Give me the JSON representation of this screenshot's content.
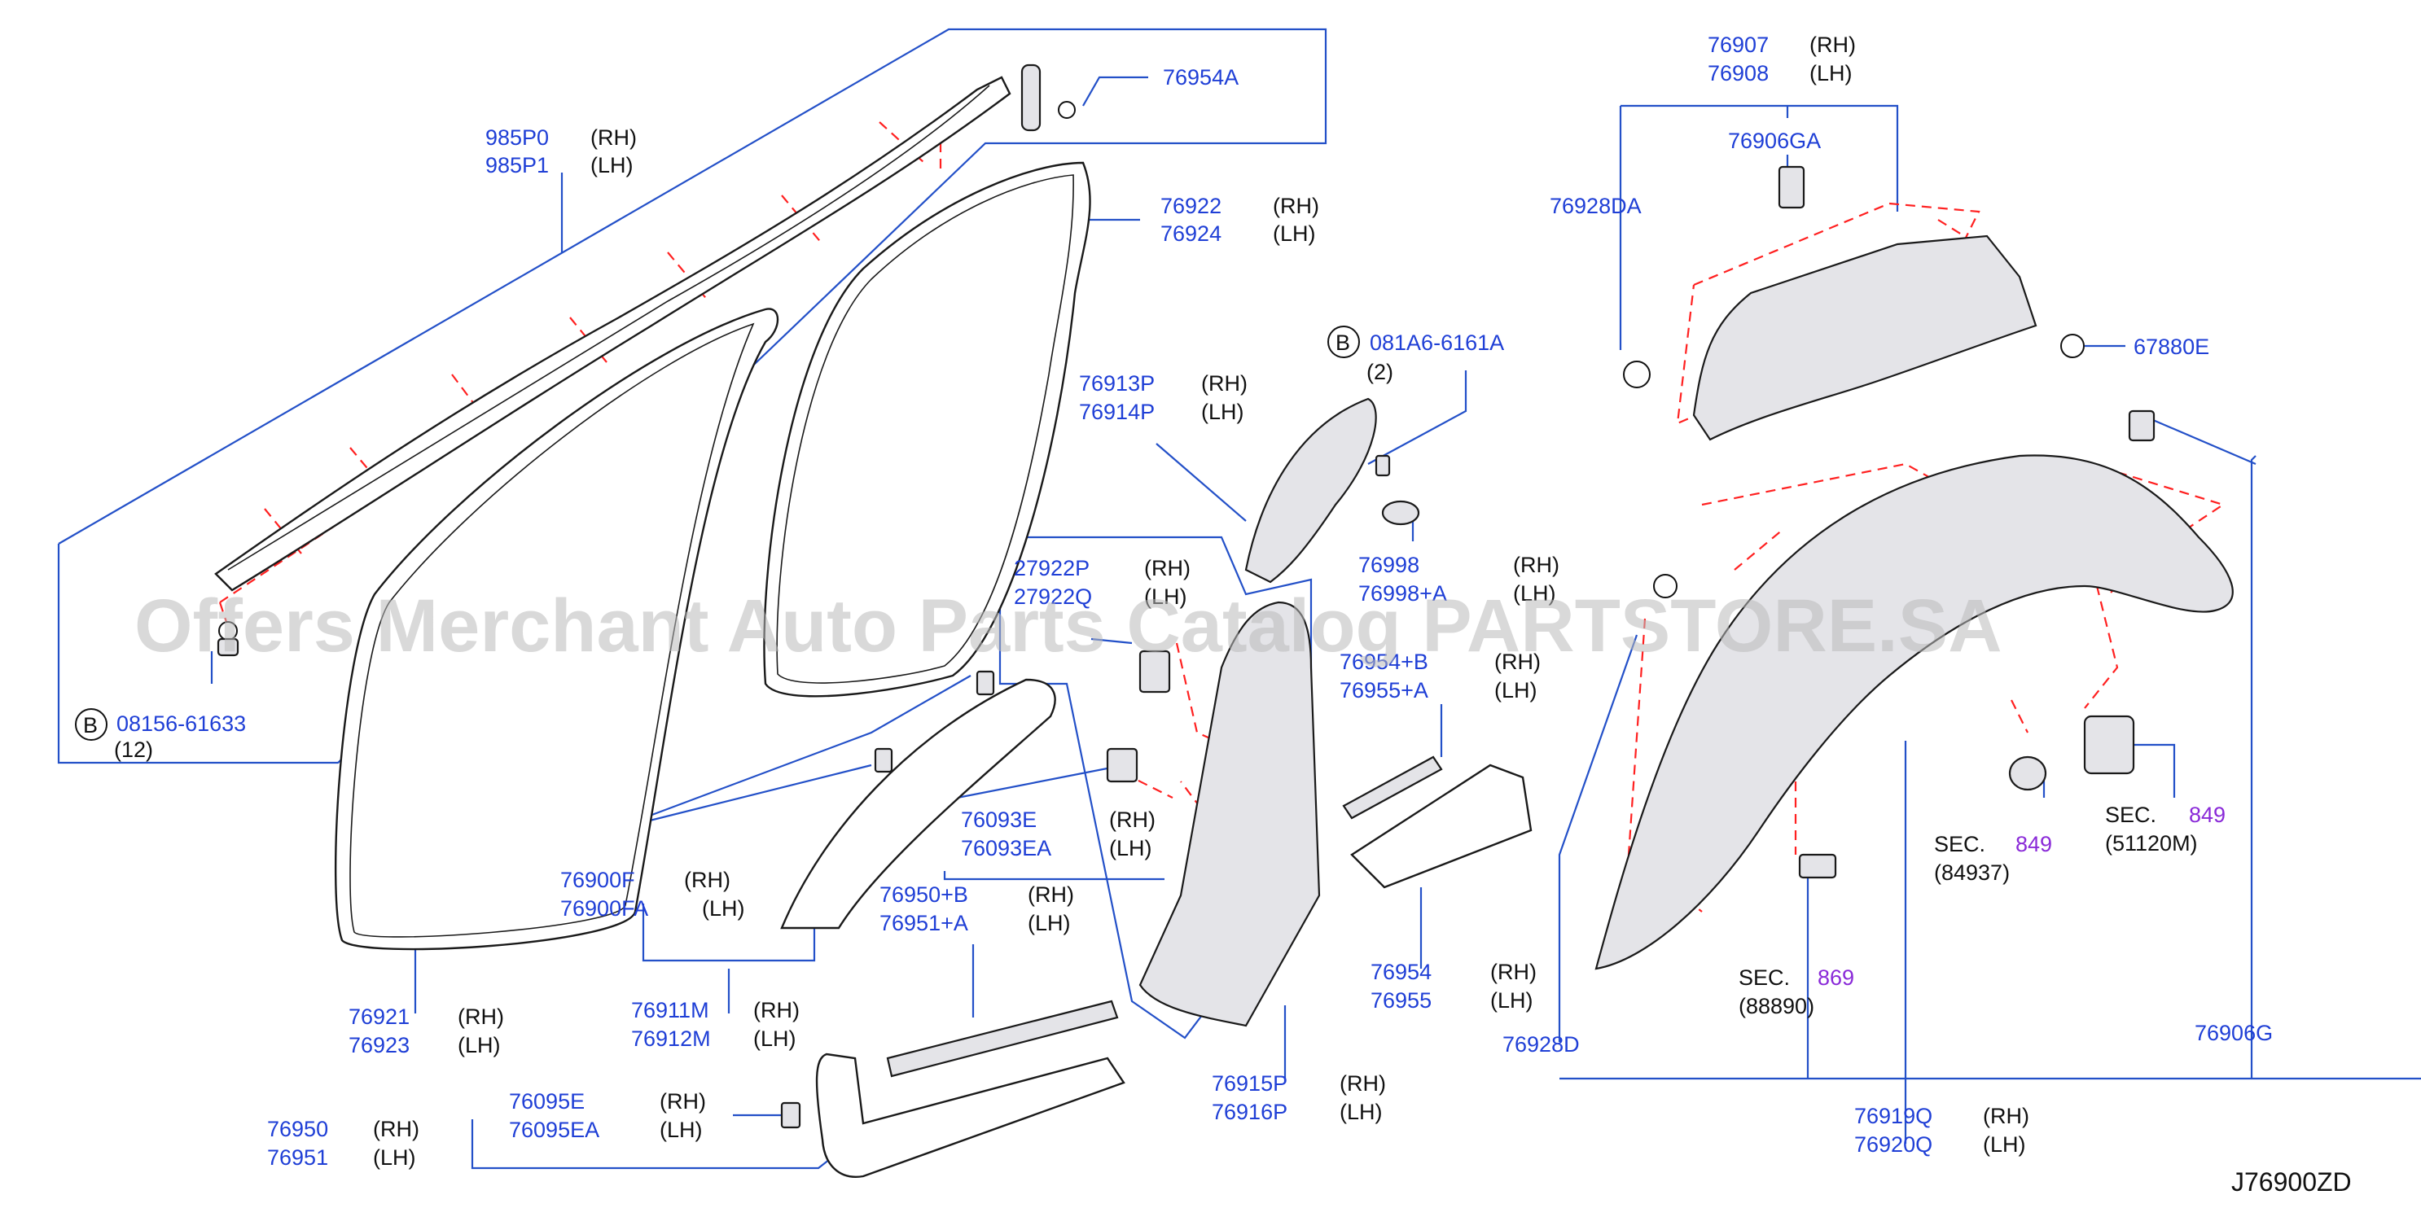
{
  "watermark": "Offers Merchant Auto Parts Catalog PARTSTORE.SA",
  "diagram_ref": "J76900ZD",
  "labels": {
    "p985p0": "985P0",
    "p985p1": "985P1",
    "p76954a": "76954A",
    "p76922": "76922",
    "p76924": "76924",
    "p081a6": "081A6-6161A",
    "p081a6_qty": "(2)",
    "p76913p": "76913P",
    "p76914p": "76914P",
    "p76998": "76998",
    "p76998a": "76998+A",
    "p27922p": "27922P",
    "p27922q": "27922Q",
    "p76954b": "76954+B",
    "p76955a": "76955+A",
    "p08156": "08156-61633",
    "p08156_qty": "(12)",
    "p76093e": "76093E",
    "p76093ea": "76093EA",
    "p76900f": "76900F",
    "p76900fa": "76900FA",
    "p76950b": "76950+B",
    "p76951a": "76951+A",
    "p76954": "76954",
    "p76955": "76955",
    "p76921": "76921",
    "p76923": "76923",
    "p76911m": "76911M",
    "p76912m": "76912M",
    "p76095e": "76095E",
    "p76095ea": "76095EA",
    "p76950": "76950",
    "p76951": "76951",
    "p76915p": "76915P",
    "p76916p": "76916P",
    "p76907": "76907",
    "p76908": "76908",
    "p76906ga": "76906GA",
    "p76928da": "76928DA",
    "p67880e": "67880E",
    "p76928d": "76928D",
    "p76906g": "76906G",
    "p76919q": "76919Q",
    "p76920q": "76920Q",
    "sec_word": "SEC.",
    "sec849a": "849",
    "sec849a_ref": "(84937)",
    "sec849b": "849",
    "sec849b_ref": "(51120M)",
    "sec869": "869",
    "sec869_ref": "(88890)",
    "rh": "(RH)",
    "lh": "(LH)",
    "circle_b": "B"
  },
  "colors": {
    "part_number": "#1f3fd6",
    "leader_line": "#2350c8",
    "dashed_line": "#ff2020",
    "section_number": "#8a2ad8",
    "watermark": "#b9b9b9"
  }
}
